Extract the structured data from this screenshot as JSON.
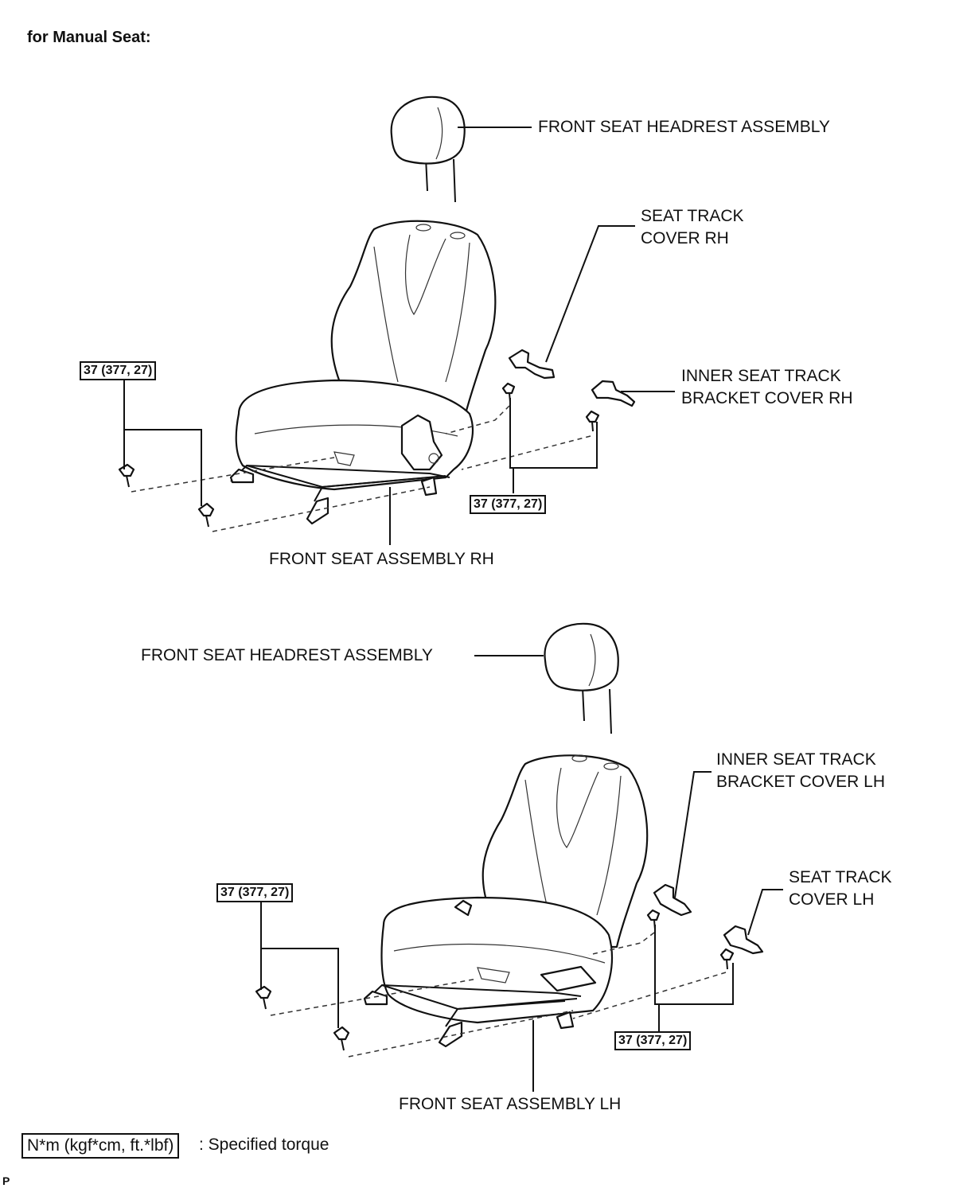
{
  "heading": "for Manual Seat:",
  "rh": {
    "headrest": "FRONT SEAT HEADREST ASSEMBLY",
    "track_cover": "SEAT TRACK\nCOVER RH",
    "inner_bracket": "INNER SEAT TRACK\nBRACKET COVER RH",
    "seat": "FRONT SEAT ASSEMBLY RH",
    "torque_left": "37 (377, 27)",
    "torque_right": "37 (377, 27)"
  },
  "lh": {
    "headrest": "FRONT SEAT HEADREST ASSEMBLY",
    "inner_bracket": "INNER SEAT TRACK\nBRACKET COVER LH",
    "track_cover": "SEAT TRACK\nCOVER LH",
    "seat": "FRONT SEAT ASSEMBLY LH",
    "torque_left": "37 (377, 27)",
    "torque_right": "37 (377, 27)"
  },
  "legend": {
    "unit": "N*m (kgf*cm, ft.*lbf)",
    "text": ": Specified torque"
  },
  "corner_mark": "P"
}
